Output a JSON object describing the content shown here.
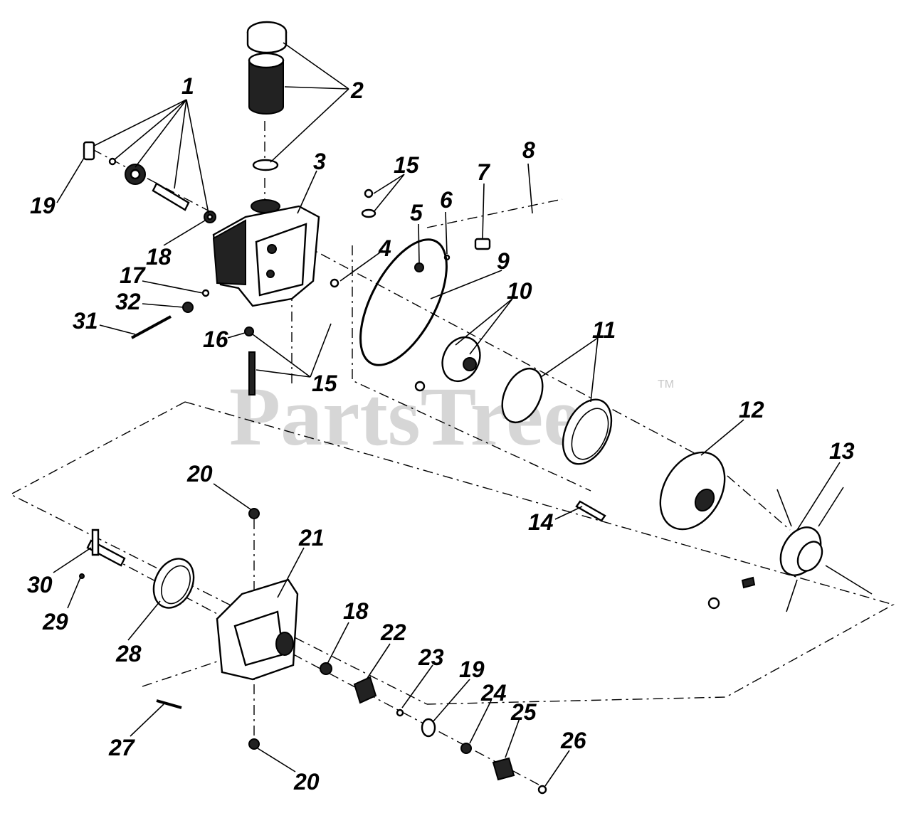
{
  "watermark": {
    "text": "PartsTree",
    "trademark": "TM"
  },
  "callouts": [
    {
      "id": "c1",
      "label": "1"
    },
    {
      "id": "c2",
      "label": "2"
    },
    {
      "id": "c3",
      "label": "3"
    },
    {
      "id": "c4",
      "label": "4"
    },
    {
      "id": "c5",
      "label": "5"
    },
    {
      "id": "c6",
      "label": "6"
    },
    {
      "id": "c7",
      "label": "7"
    },
    {
      "id": "c8",
      "label": "8"
    },
    {
      "id": "c9",
      "label": "9"
    },
    {
      "id": "c10",
      "label": "10"
    },
    {
      "id": "c11",
      "label": "11"
    },
    {
      "id": "c12",
      "label": "12"
    },
    {
      "id": "c13",
      "label": "13"
    },
    {
      "id": "c14",
      "label": "14"
    },
    {
      "id": "c15a",
      "label": "15"
    },
    {
      "id": "c15b",
      "label": "15"
    },
    {
      "id": "c16",
      "label": "16"
    },
    {
      "id": "c17",
      "label": "17"
    },
    {
      "id": "c18a",
      "label": "18"
    },
    {
      "id": "c18b",
      "label": "18"
    },
    {
      "id": "c19a",
      "label": "19"
    },
    {
      "id": "c19b",
      "label": "19"
    },
    {
      "id": "c20a",
      "label": "20"
    },
    {
      "id": "c20b",
      "label": "20"
    },
    {
      "id": "c21",
      "label": "21"
    },
    {
      "id": "c22",
      "label": "22"
    },
    {
      "id": "c23",
      "label": "23"
    },
    {
      "id": "c24",
      "label": "24"
    },
    {
      "id": "c25",
      "label": "25"
    },
    {
      "id": "c26",
      "label": "26"
    },
    {
      "id": "c27",
      "label": "27"
    },
    {
      "id": "c28",
      "label": "28"
    },
    {
      "id": "c29",
      "label": "29"
    },
    {
      "id": "c30",
      "label": "30"
    },
    {
      "id": "c31",
      "label": "31"
    },
    {
      "id": "c32",
      "label": "32"
    }
  ]
}
